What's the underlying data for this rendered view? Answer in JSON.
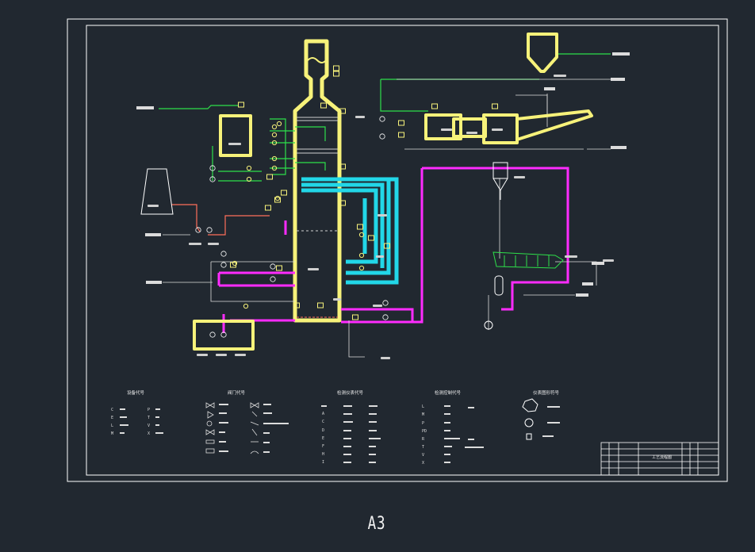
{
  "sheet": {
    "size_label": "A3"
  },
  "colors": {
    "background": "#212830",
    "frame": "#ffffff",
    "vessel": "#f7f27a",
    "process_line": "#ff2bff",
    "water_line": "#22d7e8",
    "gas_line": "#2ee04a",
    "flue_line": "#ff6e5a",
    "signal_line": "#dddddd"
  },
  "legends": {
    "headers": [
      "设备代号",
      "阀门代号",
      "检测仪表代号",
      "检测控制代号",
      "仪表图形符号"
    ],
    "equipment_codes": [
      "C",
      "P",
      "E",
      "T",
      "L",
      "V",
      "M",
      "X"
    ],
    "instrument_letters": [
      "A",
      "C",
      "D",
      "E",
      "F",
      "H",
      "I"
    ],
    "control_letters": [
      "L",
      "M",
      "P",
      "PD",
      "R",
      "T",
      "V",
      "X"
    ]
  },
  "title_block": {
    "drawing_name": "工艺流程图"
  }
}
